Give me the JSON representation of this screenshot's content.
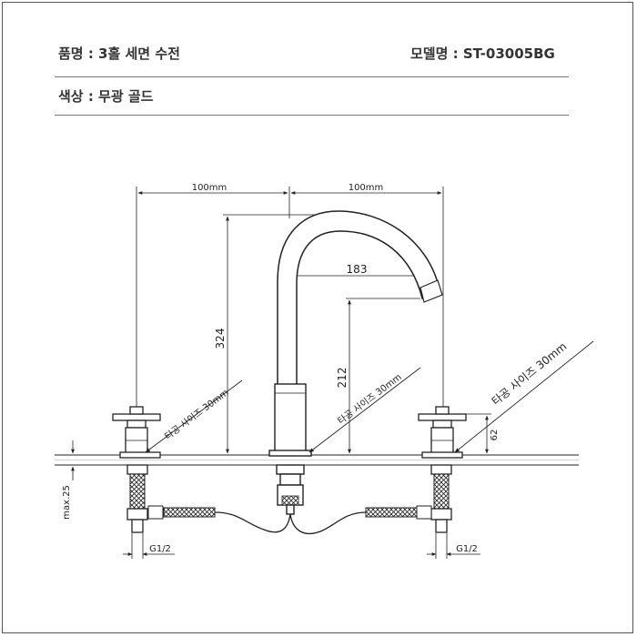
{
  "header": {
    "product_label": "품명 : 3홀 세면 수전",
    "model_label": "모델명 : ST-03005BG",
    "color_label": "색상 : 무광 골드"
  },
  "dims": {
    "left_span": "100mm",
    "right_span": "100mm",
    "reach": "183",
    "height_total": "324",
    "height_spout": "212",
    "handle_height": "62",
    "max_deck": "max.25",
    "thread_left": "G1/2",
    "thread_right": "G1/2"
  },
  "callouts": {
    "left_handle": "타공 사이즈 30mm",
    "center": "타공 사이즈 30mm",
    "right_handle": "타공 사이즈 30mm"
  }
}
